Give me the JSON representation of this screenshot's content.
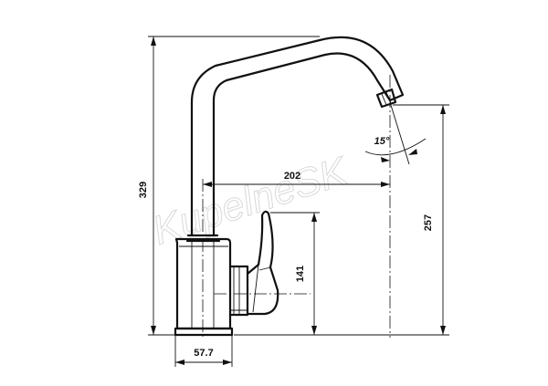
{
  "drawing": {
    "title": "",
    "watermark": "KupelneSK",
    "dimensions": {
      "total_height": "329",
      "spout_reach": "202",
      "spout_height": "257",
      "lever_height": "141",
      "base_width": "57.7",
      "spout_angle": "15°"
    }
  }
}
